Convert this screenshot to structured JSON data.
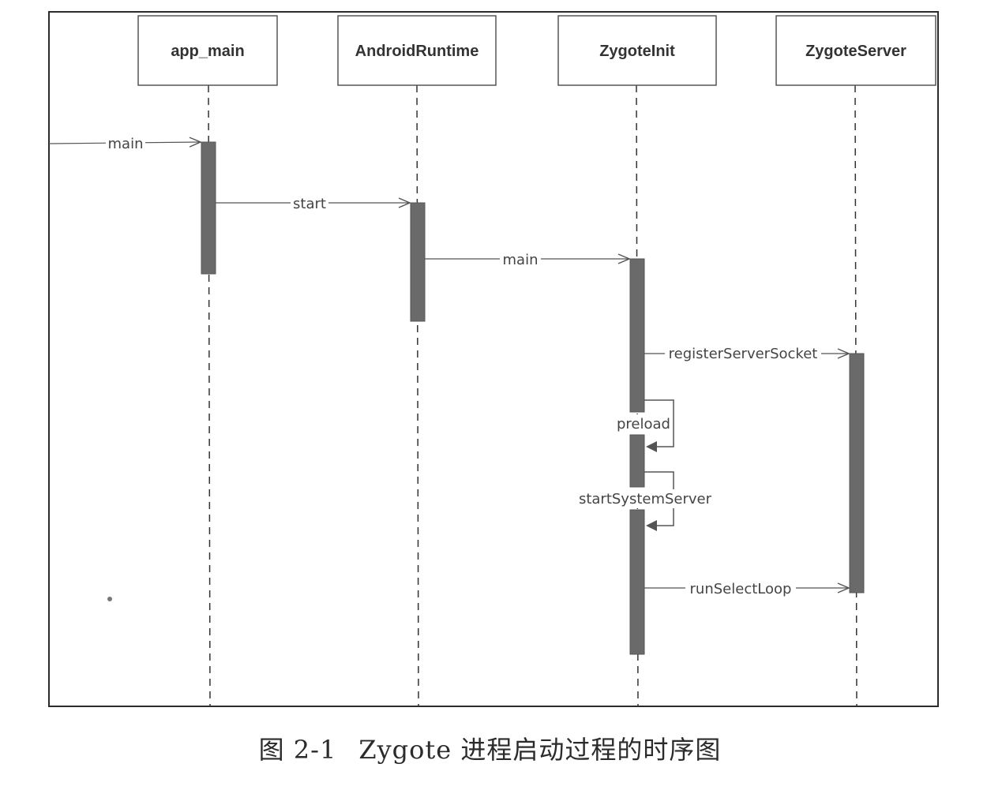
{
  "participants": [
    {
      "id": "app_main",
      "label": "app_main"
    },
    {
      "id": "android_runtime",
      "label": "AndroidRuntime"
    },
    {
      "id": "zygote_init",
      "label": "ZygoteInit"
    },
    {
      "id": "zygote_server",
      "label": "ZygoteServer"
    }
  ],
  "messages": [
    {
      "label": "main",
      "from": "external",
      "to": "app_main"
    },
    {
      "label": "start",
      "from": "app_main",
      "to": "android_runtime"
    },
    {
      "label": "main",
      "from": "android_runtime",
      "to": "zygote_init"
    },
    {
      "label": "registerServerSocket",
      "from": "zygote_init",
      "to": "zygote_server"
    },
    {
      "label": "preload",
      "from": "zygote_init",
      "to": "zygote_init"
    },
    {
      "label": "startSystemServer",
      "from": "zygote_init",
      "to": "zygote_init"
    },
    {
      "label": "runSelectLoop",
      "from": "zygote_init",
      "to": "zygote_server"
    }
  ],
  "caption": {
    "number": "图 2-1",
    "text": "Zygote 进程启动过程的时序图"
  }
}
